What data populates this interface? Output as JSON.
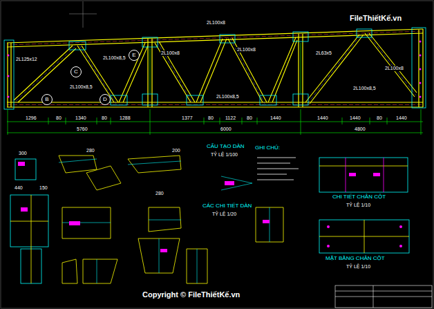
{
  "diagram": {
    "nodes": [
      {
        "text": [
          "E"
        ]
      },
      {
        "text": [
          "C"
        ]
      },
      {
        "text": [
          "B"
        ]
      },
      {
        "text": [
          "D"
        ]
      }
    ],
    "labels": [
      "2L100x8",
      "2L125x12",
      "2L100x8,5",
      "2L100x8",
      "2L100x8",
      "2L63x5",
      "2L100x8",
      "2L100x8,5",
      "2L100x8,5",
      "2L100x8,5",
      "1296",
      "80",
      "1340",
      "80",
      "1288",
      "5760",
      "1377",
      "80",
      "1122",
      "80",
      "1440",
      "6000",
      "1440",
      "1440",
      "80",
      "1440",
      "4800",
      "CẤU TẠO DÀN",
      "TỶ LỆ 1/100",
      "CÁC CHI TIẾT DÀN",
      "TỶ LỆ 1/20",
      "GHI CHÚ:",
      "CHI TIẾT CHÂN CỘT",
      "TỶ LỆ 1/10",
      "MẶT BẰNG CHÂN CỘT",
      "TỶ LỆ 1/10",
      "300",
      "440",
      "150",
      "280",
      "280",
      "200",
      "FileThiếtKế.vn",
      "Copyright © FileThiếtKế.vn"
    ]
  }
}
